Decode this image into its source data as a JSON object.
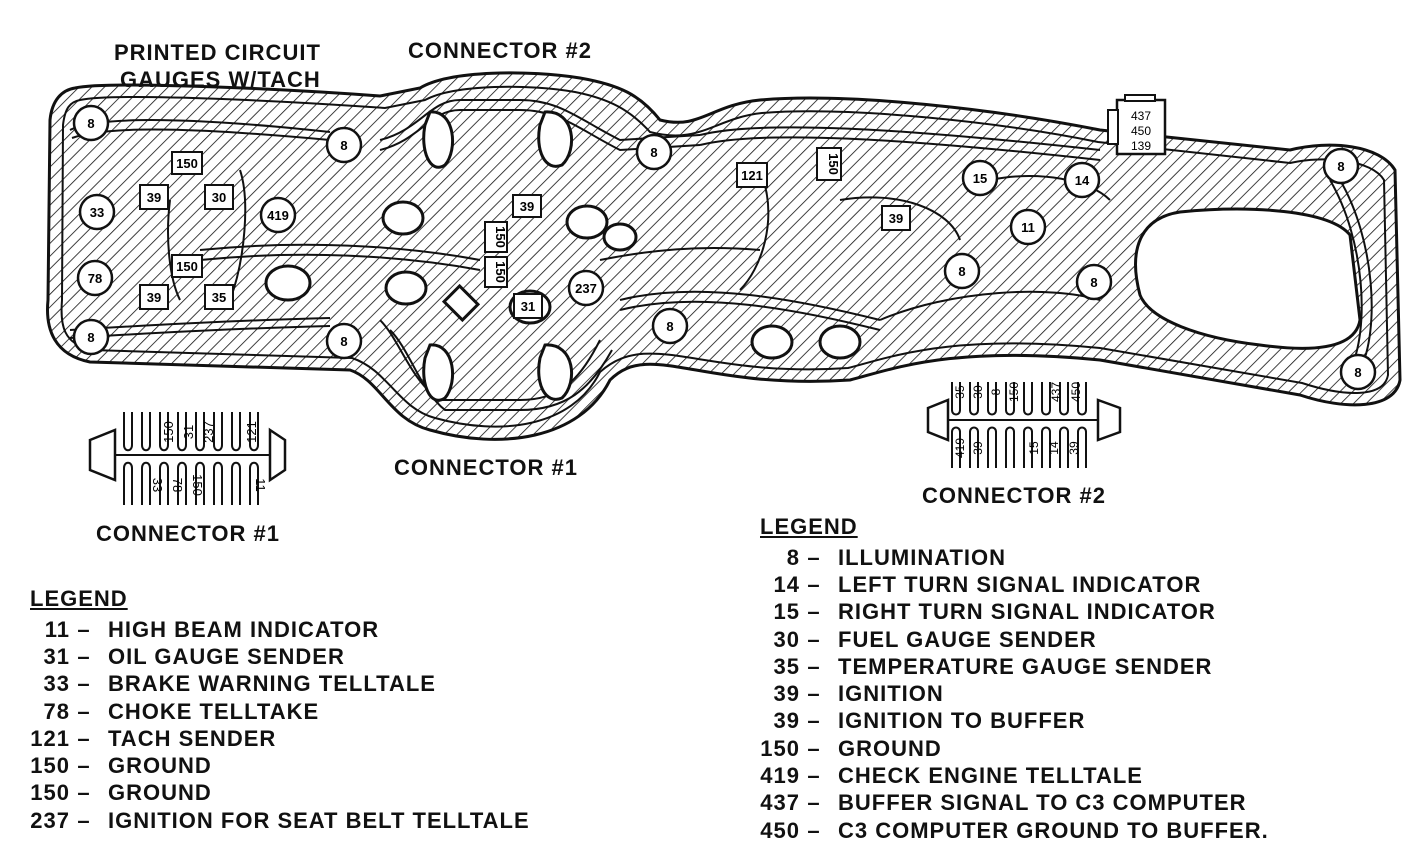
{
  "labels": {
    "title_line1": "PRINTED CIRCUIT",
    "title_line2": "GAUGES W/TACH",
    "connector2_top": "CONNECTOR #2",
    "connector1_bottom": "CONNECTOR #1",
    "connector1_detail": "CONNECTOR #1",
    "connector2_detail": "CONNECTOR #2"
  },
  "terminals": {
    "t8": "8",
    "t33": "33",
    "t78": "78",
    "t39": "39",
    "t150": "150",
    "t30": "30",
    "t35": "35",
    "t419": "419",
    "t237": "237",
    "t31": "31",
    "t121": "121",
    "t15": "15",
    "t14": "14",
    "t11": "11",
    "t437": "437",
    "t450": "450",
    "t139": "139"
  },
  "connector1_pins": {
    "top": [
      "150",
      "31",
      "237",
      "121"
    ],
    "bottom": [
      "33",
      "78",
      "150",
      "11"
    ]
  },
  "connector2_pins": {
    "top": [
      "35",
      "30",
      "8",
      "150",
      "437",
      "450"
    ],
    "bottom": [
      "419",
      "39",
      "15",
      "14",
      "39"
    ]
  },
  "legend_left": {
    "title": "LEGEND",
    "items": [
      {
        "code": "11",
        "text": "HIGH BEAM INDICATOR"
      },
      {
        "code": "31",
        "text": "OIL GAUGE SENDER"
      },
      {
        "code": "33",
        "text": "BRAKE WARNING TELLTALE"
      },
      {
        "code": "78",
        "text": "CHOKE TELLTAKE"
      },
      {
        "code": "121",
        "text": "TACH SENDER"
      },
      {
        "code": "150",
        "text": "GROUND"
      },
      {
        "code": "150",
        "text": "GROUND"
      },
      {
        "code": "237",
        "text": "IGNITION FOR SEAT BELT TELLTALE"
      }
    ]
  },
  "legend_right": {
    "title": "LEGEND",
    "items": [
      {
        "code": "8",
        "text": "ILLUMINATION"
      },
      {
        "code": "14",
        "text": "LEFT TURN SIGNAL INDICATOR"
      },
      {
        "code": "15",
        "text": "RIGHT TURN SIGNAL INDICATOR"
      },
      {
        "code": "30",
        "text": "FUEL GAUGE SENDER"
      },
      {
        "code": "35",
        "text": "TEMPERATURE GAUGE SENDER"
      },
      {
        "code": "39",
        "text": "IGNITION"
      },
      {
        "code": "39",
        "text": "IGNITION TO BUFFER"
      },
      {
        "code": "150",
        "text": "GROUND"
      },
      {
        "code": "419",
        "text": "CHECK ENGINE TELLTALE"
      },
      {
        "code": "437",
        "text": "BUFFER SIGNAL TO C3 COMPUTER"
      },
      {
        "code": "450",
        "text": "C3 COMPUTER GROUND TO BUFFER."
      }
    ]
  },
  "colors": {
    "ink": "#111111",
    "paper": "#ffffff"
  }
}
